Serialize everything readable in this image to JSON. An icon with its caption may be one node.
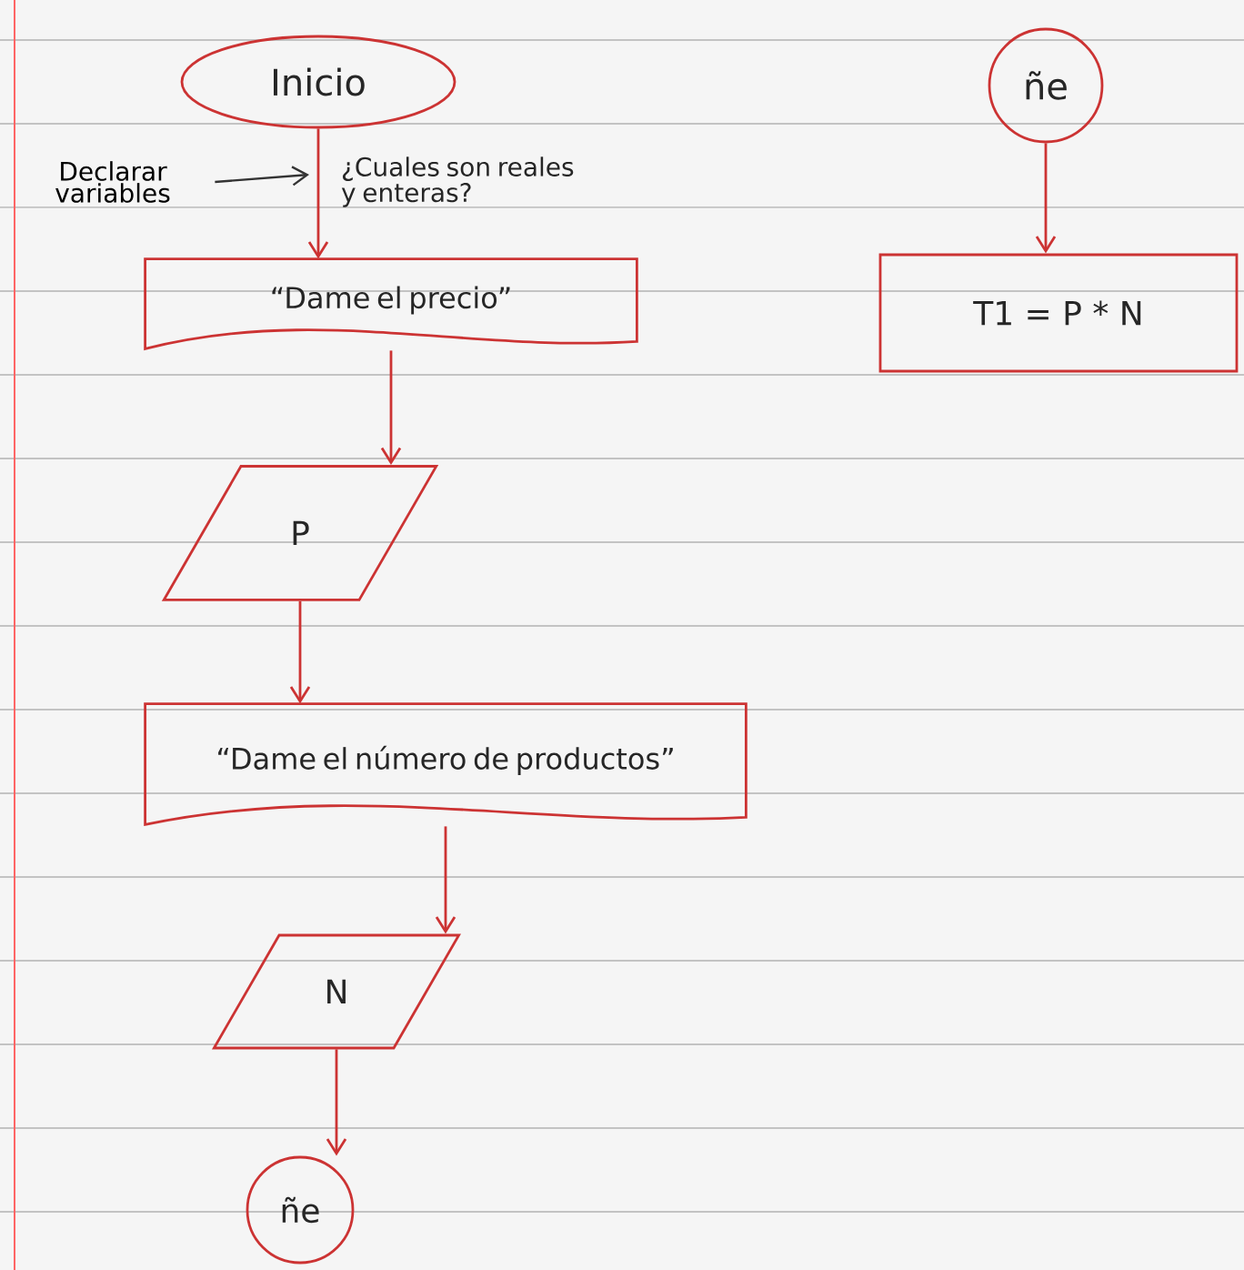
{
  "diagram": {
    "nodes": [
      {
        "text": [
          "Inicio"
        ]
      },
      {
        "text": [
          "“Dame el precio”"
        ]
      },
      {
        "text": [
          "P"
        ]
      },
      {
        "text": [
          "“Dame el número de productos”"
        ]
      },
      {
        "text": [
          "N"
        ]
      },
      {
        "text": [
          "ñe"
        ]
      },
      {
        "text": [
          "ñe"
        ]
      },
      {
        "text": [
          "T1 = P * N"
        ]
      },
      {
        "text": [
          "Declarar variables"
        ]
      }
    ],
    "edges": [
      {
        "from": 0,
        "to": 1,
        "arrow": "to"
      },
      {
        "from": 1,
        "to": 2,
        "arrow": "to"
      },
      {
        "from": 2,
        "to": 3,
        "arrow": "to"
      },
      {
        "from": 3,
        "to": 4,
        "arrow": "to"
      },
      {
        "from": 4,
        "to": 5,
        "arrow": "to"
      },
      {
        "from": 6,
        "to": 7,
        "arrow": "to"
      },
      {
        "from": 8,
        "to": null,
        "arrow": "to",
        "color": "#333333"
      }
    ],
    "labels": [
      "¿Cuales son reales y enteras?"
    ]
  }
}
